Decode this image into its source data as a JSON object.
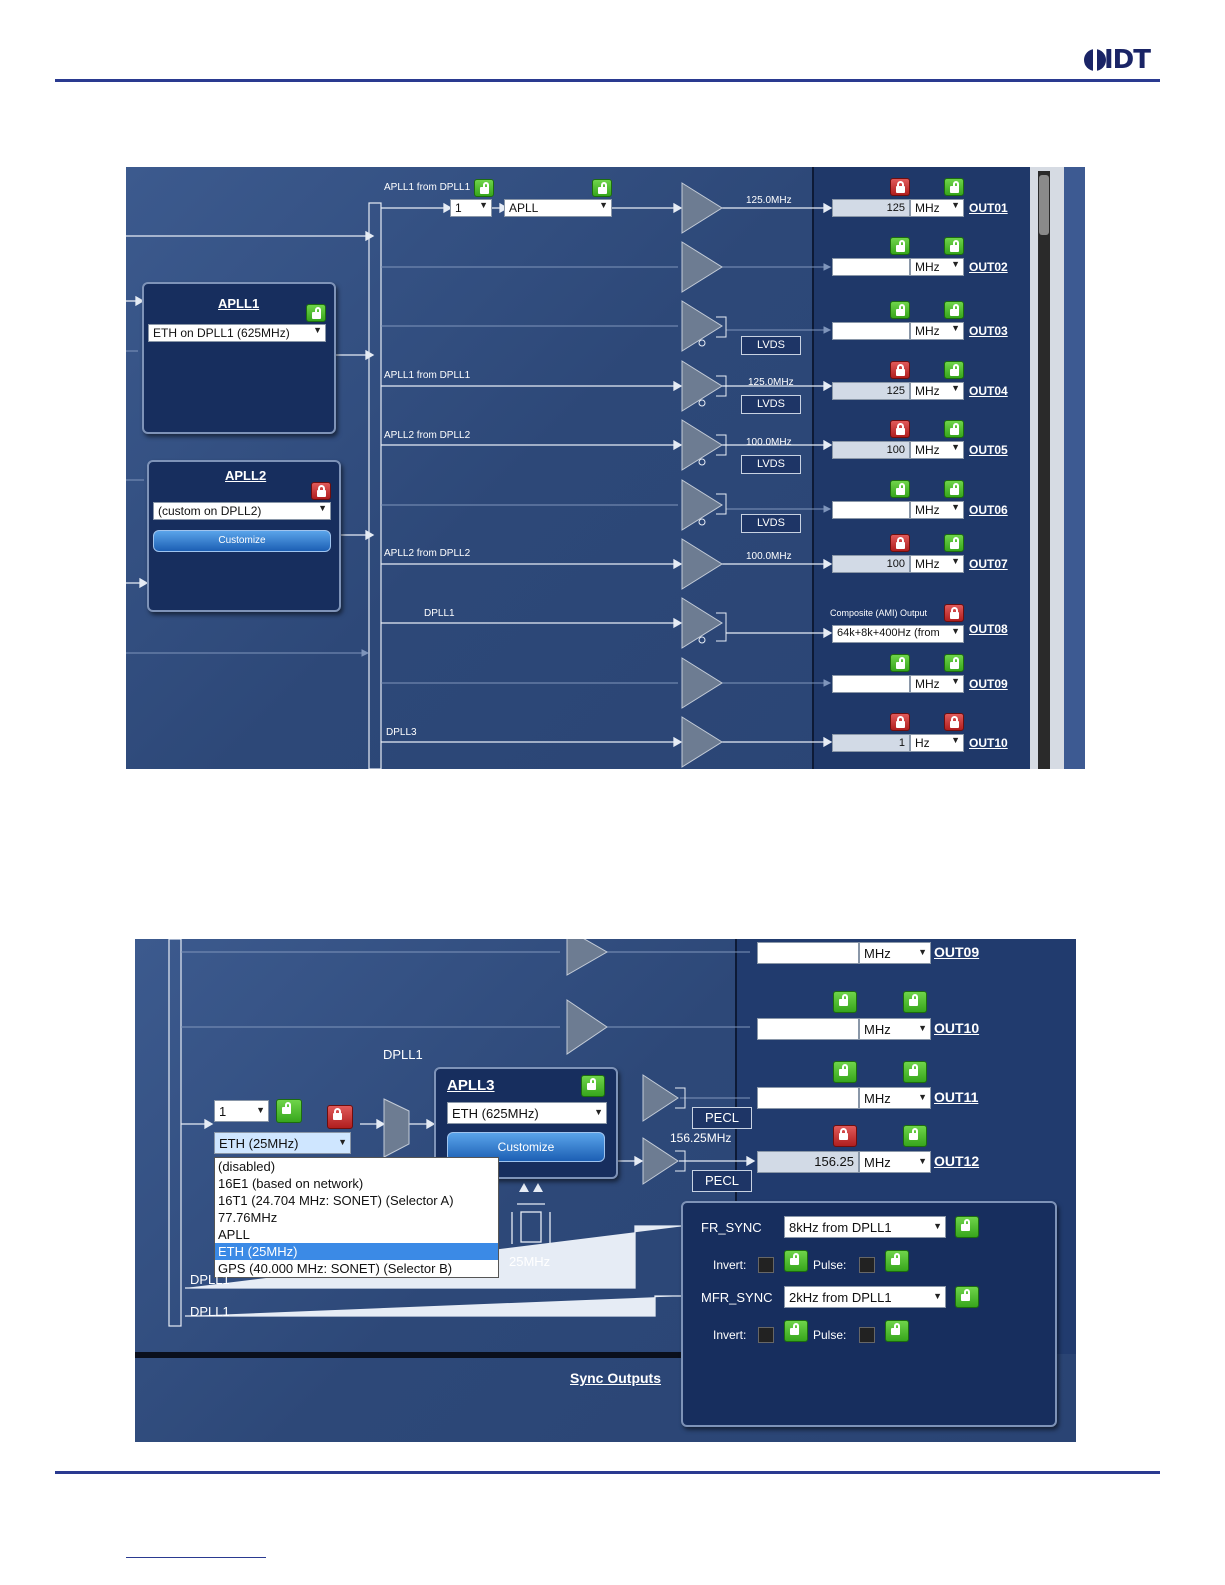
{
  "brand": {
    "logo_text": "IDT"
  },
  "top": {
    "bus_labels": [
      "APLL1 from DPLL1",
      "APLL1 from DPLL1",
      "APLL2 from DPLL2",
      "APLL2 from DPLL2",
      "DPLL1",
      "DPLL3"
    ],
    "divider_select": "1",
    "source_select": "APLL",
    "apll1": {
      "title": "APLL1",
      "select": "ETH on DPLL1 (625MHz)"
    },
    "apll2": {
      "title": "APLL2",
      "select": "(custom on DPLL2)",
      "button": "Customize"
    },
    "freq_labels": {
      "out01": "125.0MHz",
      "out04": "125.0MHz",
      "out05": "100.0MHz",
      "out07": "100.0MHz"
    },
    "lvds_label": "LVDS",
    "composite_label": "Composite (AMI) Output",
    "outputs": [
      {
        "name": "OUT01",
        "value": "125",
        "unit": "MHz"
      },
      {
        "name": "OUT02",
        "value": "",
        "unit": "MHz"
      },
      {
        "name": "OUT03",
        "value": "",
        "unit": "MHz"
      },
      {
        "name": "OUT04",
        "value": "125",
        "unit": "MHz"
      },
      {
        "name": "OUT05",
        "value": "100",
        "unit": "MHz"
      },
      {
        "name": "OUT06",
        "value": "",
        "unit": "MHz"
      },
      {
        "name": "OUT07",
        "value": "100",
        "unit": "MHz"
      },
      {
        "name": "OUT08",
        "value": "64k+8k+400Hz (from",
        "unit": ""
      },
      {
        "name": "OUT09",
        "value": "",
        "unit": "MHz"
      },
      {
        "name": "OUT10",
        "value": "1",
        "unit": "Hz"
      }
    ]
  },
  "bottom": {
    "dpll1_label": "DPLL1",
    "divider_select": "1",
    "input_select": "ETH (25MHz)",
    "dropdown_options": [
      "(disabled)",
      "16E1 (based on network)",
      "16T1 (24.704 MHz: SONET) (Selector A)",
      "77.76MHz",
      "APLL",
      "ETH (25MHz)",
      "GPS (40.000 MHz: SONET) (Selector B)"
    ],
    "dropdown_selected": "ETH (25MHz)",
    "apll3": {
      "title": "APLL3",
      "select": "ETH (625MHz)",
      "button": "Customize"
    },
    "pecl_label": "PECL",
    "freq_label": "156.25MHz",
    "crystal_label": "25MHz",
    "bus_labels": [
      "DPLL1",
      "DPLL1"
    ],
    "outputs": [
      {
        "name": "OUT09",
        "value": "",
        "unit": "MHz"
      },
      {
        "name": "OUT10",
        "value": "",
        "unit": "MHz"
      },
      {
        "name": "OUT11",
        "value": "",
        "unit": "MHz"
      },
      {
        "name": "OUT12",
        "value": "156.25",
        "unit": "MHz"
      }
    ],
    "sync": {
      "fr_label": "FR_SYNC",
      "fr_select": "8kHz from DPLL1",
      "mfr_label": "MFR_SYNC",
      "mfr_select": "2kHz from DPLL1",
      "invert_label": "Invert:",
      "pulse_label": "Pulse:",
      "link": "Sync Outputs"
    }
  },
  "colors": {
    "accent": "#2a3a90",
    "panel_bg": "#172e5e",
    "lock_green": "#37a61c",
    "lock_red": "#b01e1e"
  }
}
